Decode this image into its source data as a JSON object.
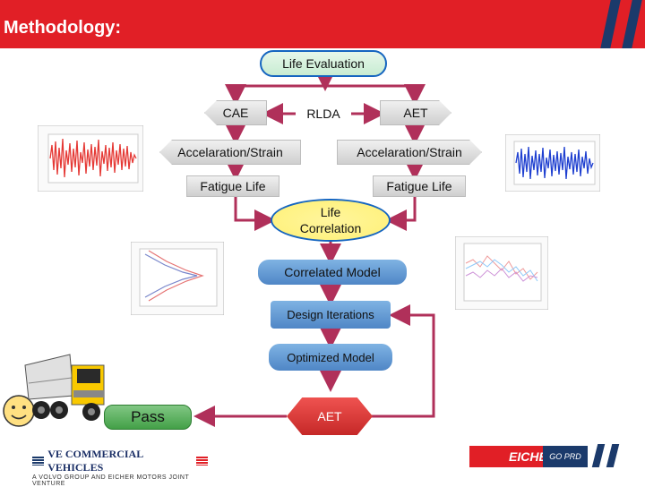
{
  "header": {
    "title": "Methodology:"
  },
  "flow": {
    "life_evaluation": "Life Evaluation",
    "cae": "CAE",
    "rlda": "RLDA",
    "aet_top": "AET",
    "accel_left": "Accelaration/Strain",
    "accel_right": "Accelaration/Strain",
    "fatigue_left": "Fatigue Life",
    "fatigue_right": "Fatigue Life",
    "life_correlation": "Life Correlation",
    "correlated_model": "Correlated Model",
    "design_iterations": "Design Iterations",
    "optimized_model": "Optimized Model",
    "aet_bottom": "AET",
    "pass": "Pass"
  },
  "footer": {
    "vecv_title": "VE COMMERCIAL VEHICLES",
    "vecv_sub": "A VOLVO GROUP AND EICHER MOTORS JOINT VENTURE",
    "eicher": "EICHER",
    "goprd": "GO PRD"
  },
  "colors": {
    "header_red": "#e11f26",
    "navy": "#1b3a6b",
    "arrow": "#b0305a",
    "blue_box": "#5a8fcc",
    "pass_green": "#4caf50",
    "yellow": "#fff176",
    "aet_red": "#e53935"
  },
  "icons": [
    "smiley-icon",
    "truck-image",
    "signal-plot-red",
    "signal-plot-blue",
    "convergence-plot",
    "correlation-plot"
  ]
}
